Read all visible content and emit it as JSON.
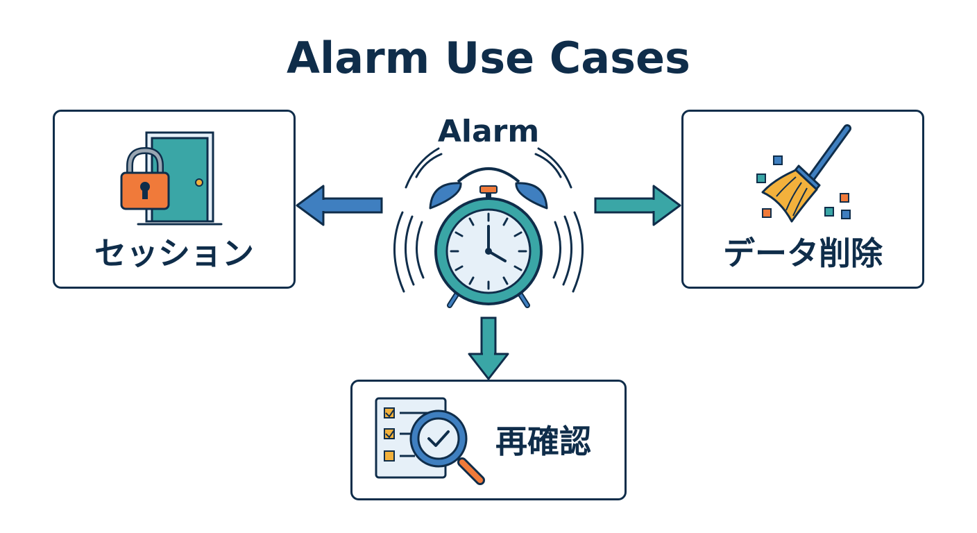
{
  "title": "Alarm Use Cases",
  "center": {
    "label": "Alarm",
    "icon": "alarm-clock-icon"
  },
  "nodes": [
    {
      "label": "セッション",
      "icon": "locked-door-icon",
      "position": "left"
    },
    {
      "label": "データ削除",
      "icon": "broom-icon",
      "position": "right"
    },
    {
      "label": "再確認",
      "icon": "checklist-magnifier-icon",
      "position": "bottom"
    }
  ],
  "colors": {
    "text": "#0f2d4a",
    "blue": "#3f7fc0",
    "teal": "#3aa6a6",
    "orange": "#f07a3a",
    "gold": "#f2b13c",
    "light": "#e6f0f8"
  }
}
